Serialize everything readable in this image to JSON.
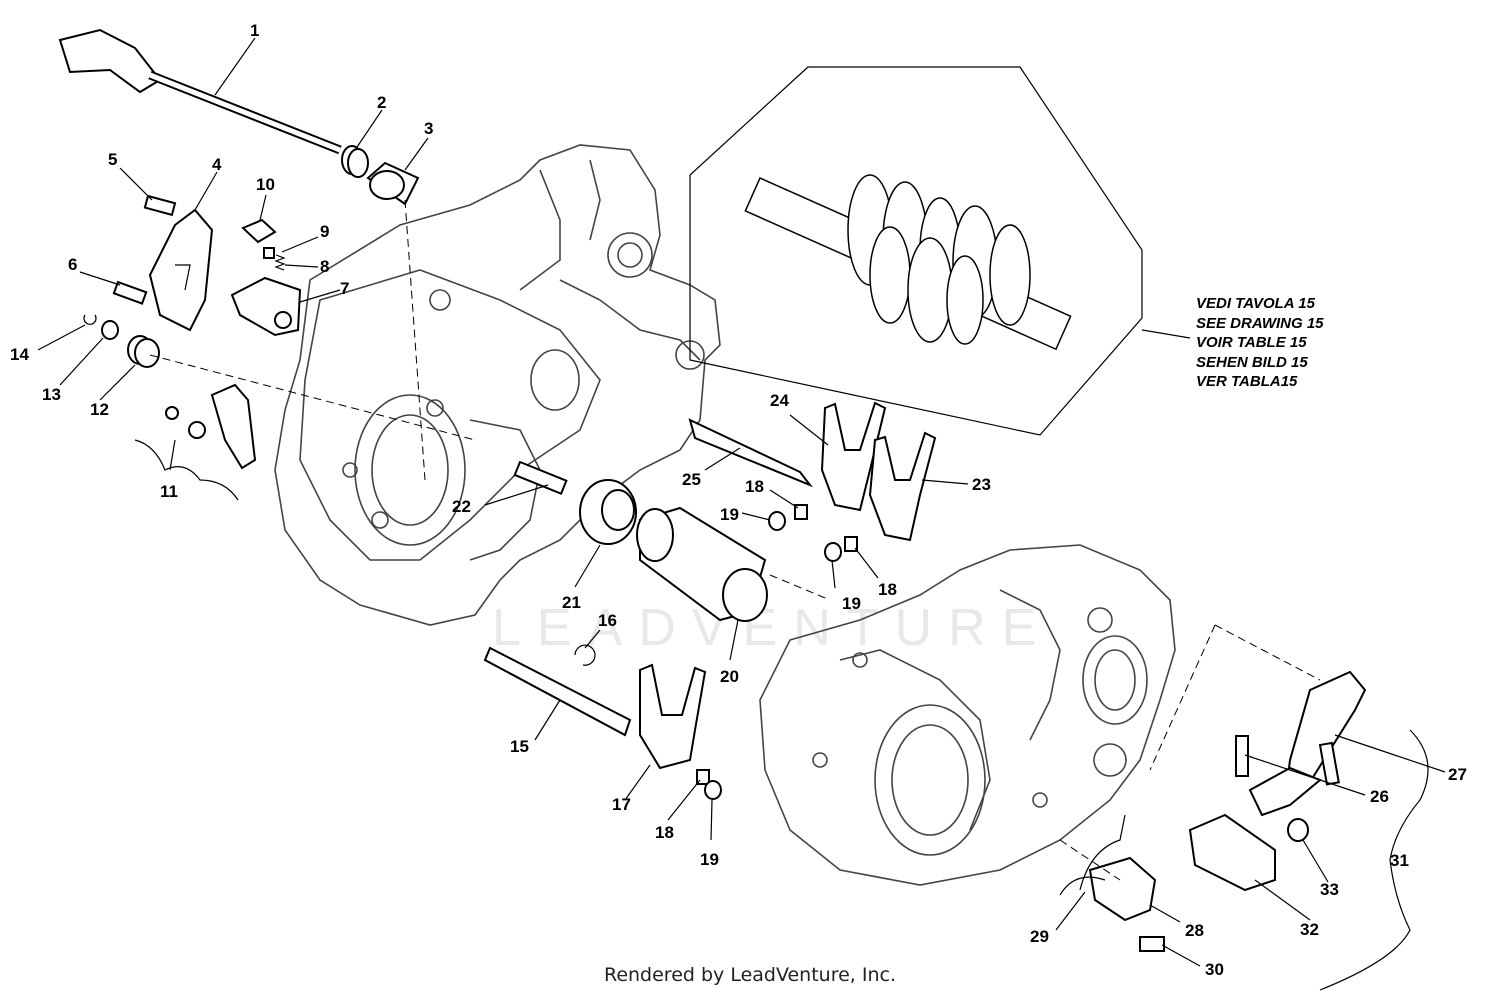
{
  "footer": "Rendered by LeadVenture, Inc.",
  "watermark": "LEADVENTURE",
  "note_lines": [
    "VEDI TAVOLA 15",
    "SEE DRAWING 15",
    "VOIR TABLE 15",
    "SEHEN BILD 15",
    "VER TABLA15"
  ],
  "callouts": [
    {
      "id": "c1",
      "text": "1"
    },
    {
      "id": "c2",
      "text": "2"
    },
    {
      "id": "c3",
      "text": "3"
    },
    {
      "id": "c4",
      "text": "4"
    },
    {
      "id": "c5",
      "text": "5"
    },
    {
      "id": "c6",
      "text": "6"
    },
    {
      "id": "c7",
      "text": "7"
    },
    {
      "id": "c8",
      "text": "8"
    },
    {
      "id": "c9",
      "text": "9"
    },
    {
      "id": "c10",
      "text": "10"
    },
    {
      "id": "c11",
      "text": "11"
    },
    {
      "id": "c12",
      "text": "12"
    },
    {
      "id": "c13",
      "text": "13"
    },
    {
      "id": "c14",
      "text": "14"
    },
    {
      "id": "c15",
      "text": "15"
    },
    {
      "id": "c16",
      "text": "16"
    },
    {
      "id": "c17",
      "text": "17"
    },
    {
      "id": "c18a",
      "text": "18"
    },
    {
      "id": "c18b",
      "text": "18"
    },
    {
      "id": "c18c",
      "text": "18"
    },
    {
      "id": "c19a",
      "text": "19"
    },
    {
      "id": "c19b",
      "text": "19"
    },
    {
      "id": "c19c",
      "text": "19"
    },
    {
      "id": "c20",
      "text": "20"
    },
    {
      "id": "c21",
      "text": "21"
    },
    {
      "id": "c22",
      "text": "22"
    },
    {
      "id": "c23",
      "text": "23"
    },
    {
      "id": "c24",
      "text": "24"
    },
    {
      "id": "c25",
      "text": "25"
    },
    {
      "id": "c26",
      "text": "26"
    },
    {
      "id": "c27",
      "text": "27"
    },
    {
      "id": "c28",
      "text": "28"
    },
    {
      "id": "c29",
      "text": "29"
    },
    {
      "id": "c30",
      "text": "30"
    },
    {
      "id": "c31",
      "text": "31"
    },
    {
      "id": "c32",
      "text": "32"
    },
    {
      "id": "c33",
      "text": "33"
    }
  ]
}
